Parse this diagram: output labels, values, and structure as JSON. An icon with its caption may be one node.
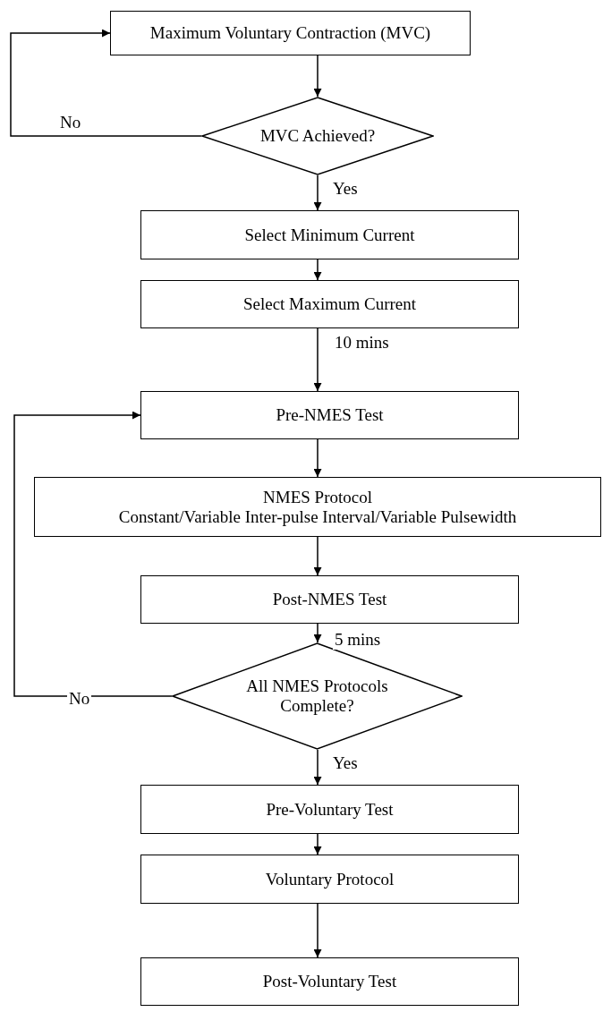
{
  "diagram": {
    "nodes": [
      {
        "text": [
          "Maximum Voluntary Contraction (MVC)"
        ]
      },
      {
        "text": [
          "MVC Achieved?"
        ]
      },
      {
        "text": [
          "Select Minimum Current"
        ]
      },
      {
        "text": [
          "Select Maximum Current"
        ]
      },
      {
        "text": [
          "Pre-NMES Test"
        ]
      },
      {
        "text": [
          "NMES Protocol",
          "Constant/Variable Inter-pulse Interval/Variable Pulsewidth"
        ]
      },
      {
        "text": [
          "Post-NMES Test"
        ]
      },
      {
        "text": [
          "All NMES Protocols Complete?"
        ]
      },
      {
        "text": [
          "Pre-Voluntary Test"
        ]
      },
      {
        "text": [
          "Voluntary Protocol"
        ]
      },
      {
        "text": [
          "Post-Voluntary Test"
        ]
      }
    ],
    "edges": [
      {
        "from": 0,
        "to": 1,
        "arrow": "to"
      },
      {
        "from": 1,
        "to": 0,
        "arrow": "to",
        "label": "No"
      },
      {
        "from": 1,
        "to": 2,
        "arrow": "to",
        "label": "Yes"
      },
      {
        "from": 2,
        "to": 3,
        "arrow": "to"
      },
      {
        "from": 3,
        "to": 4,
        "arrow": "to",
        "label": "10 mins"
      },
      {
        "from": 4,
        "to": 5,
        "arrow": "to"
      },
      {
        "from": 5,
        "to": 6,
        "arrow": "to"
      },
      {
        "from": 6,
        "to": 7,
        "arrow": "to",
        "label": "5 mins"
      },
      {
        "from": 7,
        "to": 4,
        "arrow": "to",
        "label": "No"
      },
      {
        "from": 7,
        "to": 8,
        "arrow": "to",
        "label": "Yes"
      },
      {
        "from": 8,
        "to": 9,
        "arrow": "to"
      },
      {
        "from": 9,
        "to": 10,
        "arrow": "to"
      }
    ]
  }
}
